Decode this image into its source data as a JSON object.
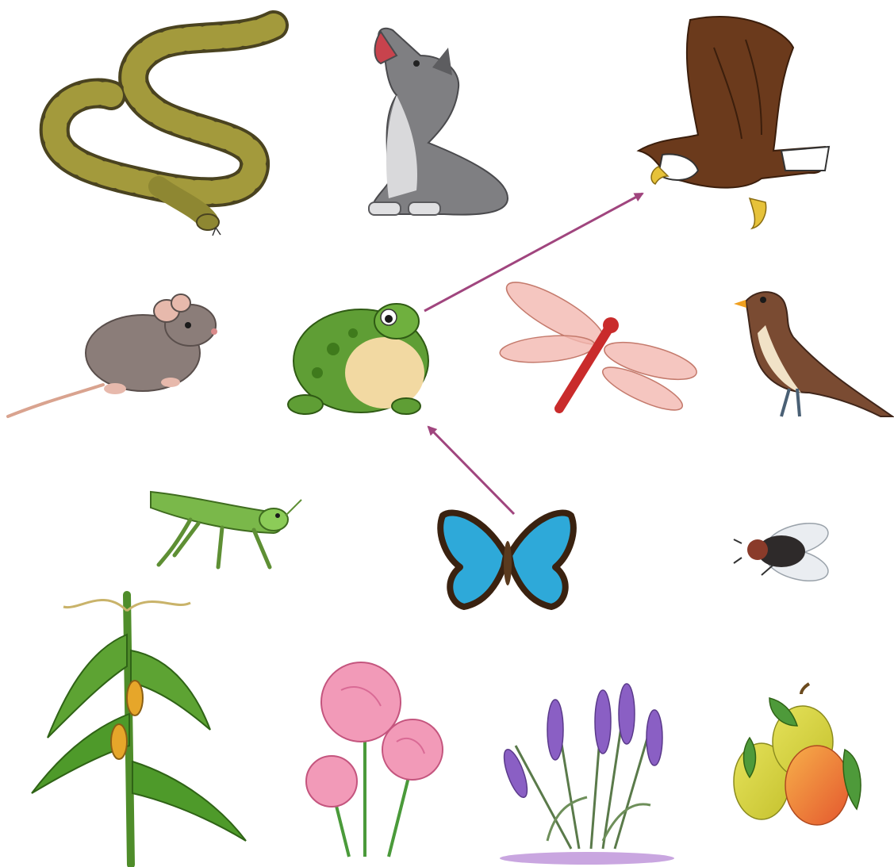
{
  "organisms": [
    {
      "id": "snake",
      "name": "snake-icon"
    },
    {
      "id": "wolf",
      "name": "wolf-icon"
    },
    {
      "id": "eagle",
      "name": "eagle-icon"
    },
    {
      "id": "mouse",
      "name": "mouse-icon"
    },
    {
      "id": "frog",
      "name": "frog-icon"
    },
    {
      "id": "dragonfly",
      "name": "dragonfly-icon"
    },
    {
      "id": "bird",
      "name": "bird-icon"
    },
    {
      "id": "grasshopper",
      "name": "grasshopper-icon"
    },
    {
      "id": "butterfly",
      "name": "butterfly-icon"
    },
    {
      "id": "fly",
      "name": "fly-icon"
    },
    {
      "id": "corn",
      "name": "corn-plant-icon"
    },
    {
      "id": "carnation",
      "name": "carnation-flower-icon"
    },
    {
      "id": "lavender",
      "name": "lavender-plant-icon"
    },
    {
      "id": "mango",
      "name": "mango-fruit-icon"
    }
  ],
  "arrows": [
    {
      "from": "butterfly",
      "to": "frog"
    },
    {
      "from": "frog",
      "to": "eagle"
    }
  ],
  "colors": {
    "arrow": "#a0457e"
  }
}
